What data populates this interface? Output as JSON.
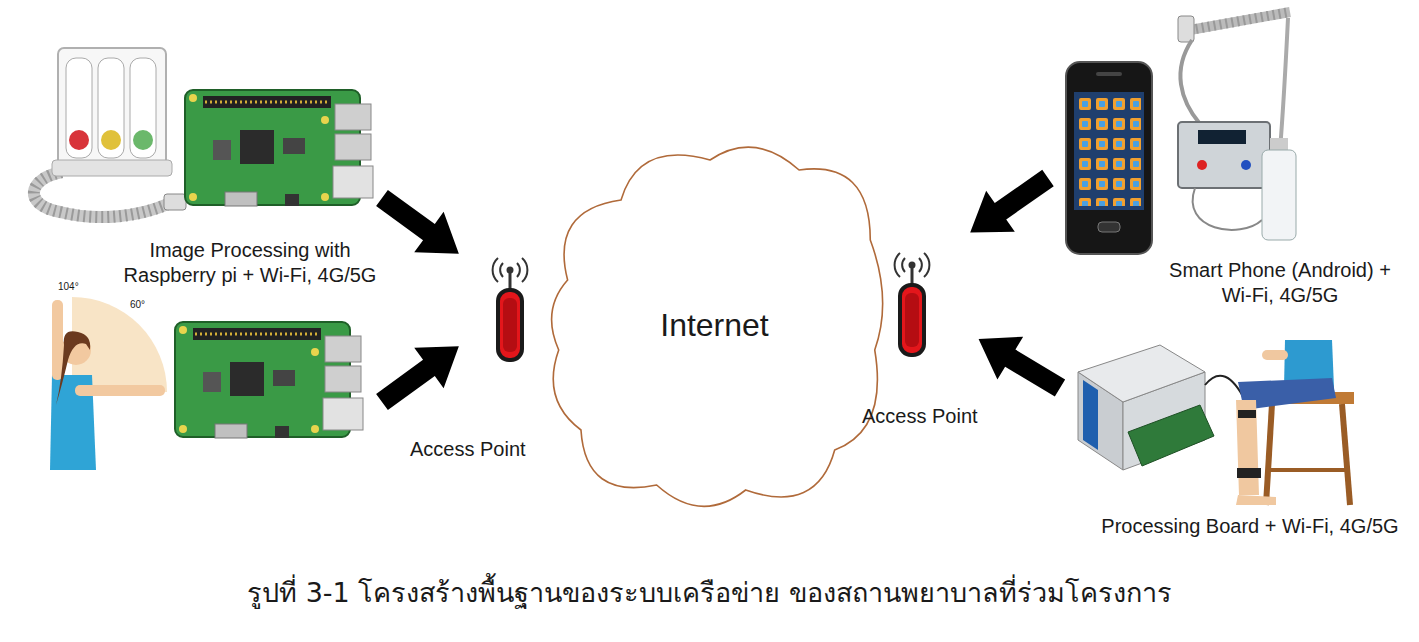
{
  "diagram": {
    "caption": "รูปที่ 3-1 โครงสร้างพื้นฐานของระบบเครือข่าย ของสถานพยาบาลที่ร่วมโครงการ",
    "nodes": [
      {
        "text": [
          "Internet"
        ]
      }
    ],
    "labels": [
      "Image Processing with Raspberry pi + Wi-Fi, 4G/5G",
      "Access Point",
      "Access Point",
      "Smart Phone (Android) + Wi-Fi, 4G/5G",
      "Processing Board + Wi-Fi, 4G/5G",
      "104°",
      "60°"
    ]
  }
}
